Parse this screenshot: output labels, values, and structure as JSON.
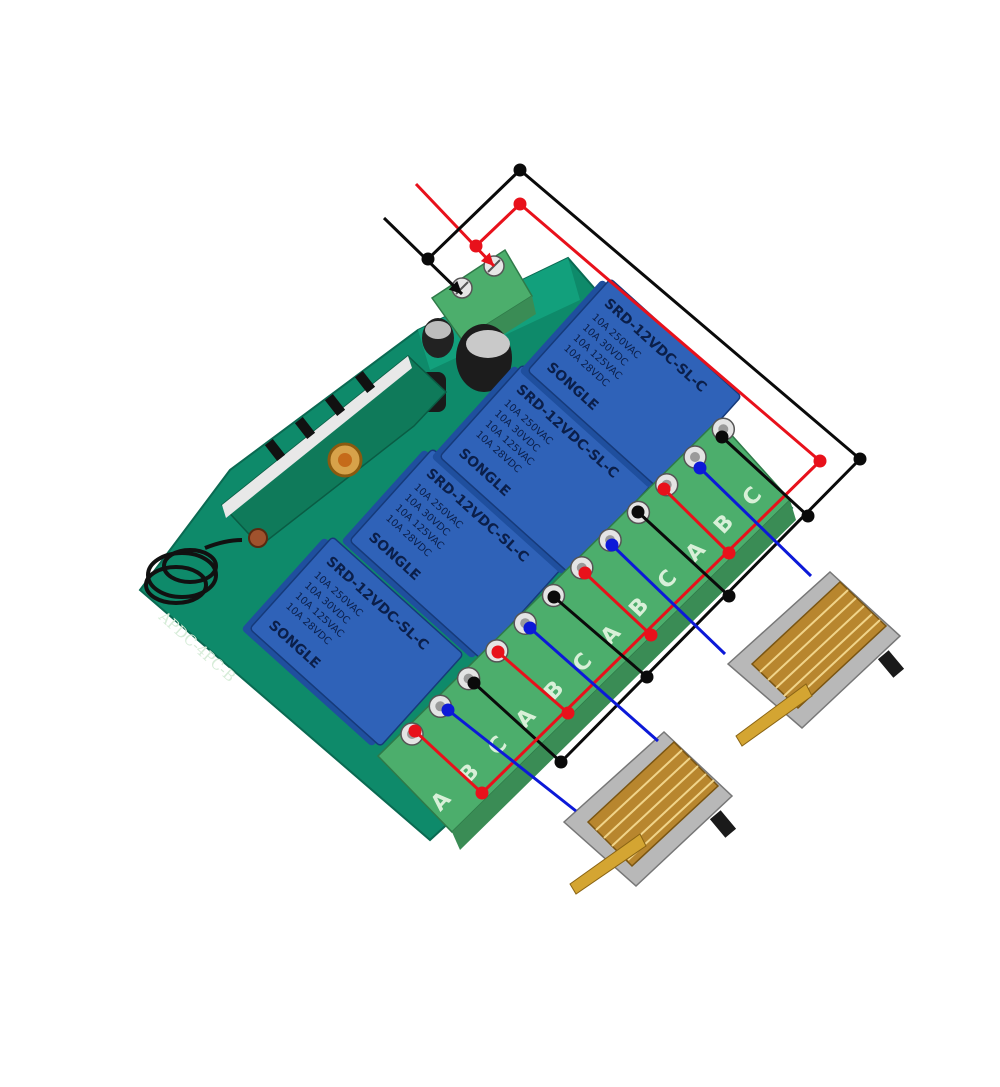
{
  "board": {
    "label": "APDC-4PC-B",
    "relay_model": "SRD-12VDC-SL-C",
    "relay_brand": "SONGLE",
    "relay_ratings": [
      "10A 250VAC",
      "10A 30VDC",
      "10A 125VAC",
      "10A 28VDC"
    ],
    "terminal_letters": [
      "A",
      "B",
      "C",
      "A",
      "B",
      "C",
      "A",
      "B",
      "C",
      "A",
      "B",
      "C"
    ]
  },
  "wire_colors": {
    "positive": "#e8111b",
    "negative": "#0a0a0a",
    "motor": "#0c19d8"
  },
  "board_colors": {
    "pcb": "#0e8a6a",
    "relay": "#2f62b8",
    "terminal": "#4cae6c"
  }
}
